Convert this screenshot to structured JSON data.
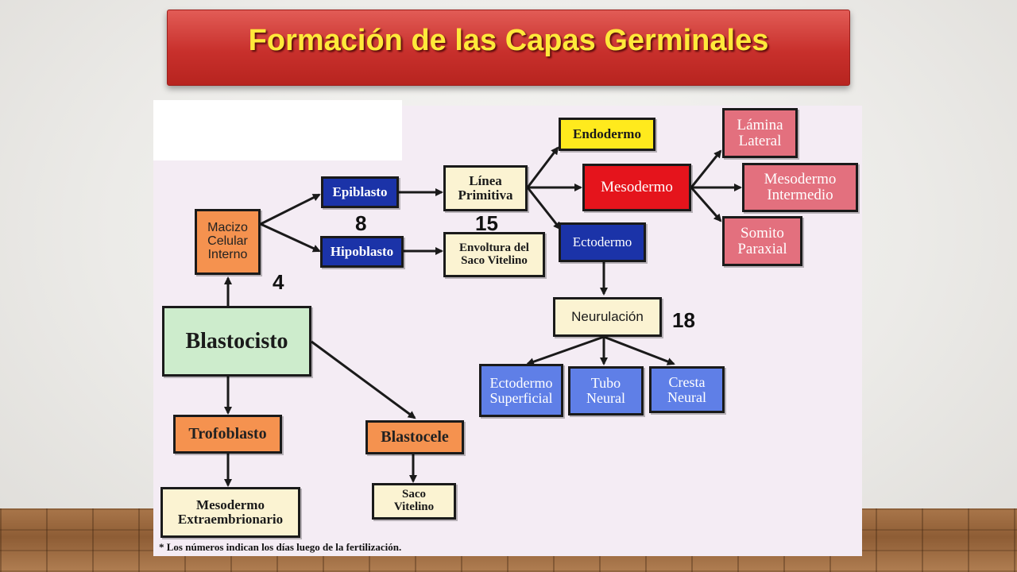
{
  "title": "Formación de las Capas Germinales",
  "nodes": {
    "macizo": "Macizo\nCelular\nInterno",
    "epiblasto": "Epiblasto",
    "hipoblasto": "Hipoblasto",
    "linea": "Línea\nPrimitiva",
    "envoltura": "Envoltura del\nSaco Vitelino",
    "endodermo": "Endodermo",
    "mesodermo": "Mesodermo",
    "ectodermo": "Ectodermo",
    "lamina": "Lámina\nLateral",
    "mesoInter": "Mesodermo\nIntermedio",
    "somito": "Somito\nParaxial",
    "neurulacion": "Neurulación",
    "ectoSup": "Ectodermo\nSuperficial",
    "tubo": "Tubo\nNeural",
    "cresta": "Cresta\nNeural",
    "blastocisto": "Blastocisto",
    "trofoblasto": "Trofoblasto",
    "blastocele": "Blastocele",
    "mesoExtra": "Mesodermo\nExtraembrionario",
    "saco": "Saco\nVitelino"
  },
  "day_labels": {
    "d4": "4",
    "d8": "8",
    "d15": "15",
    "d18": "18"
  },
  "footnote": "* Los números indican los días luego de la fertilización.",
  "colors": {
    "banner": "#c8302c",
    "title_text": "#ffe93a",
    "orange": "#f5924f",
    "navy": "#1b33a8",
    "cream": "#fbf3d2",
    "yellow": "#ffea1d",
    "red": "#e5141c",
    "pink": "#e3707e",
    "light_blue": "#5f7fe7",
    "green": "#cdeccc"
  }
}
